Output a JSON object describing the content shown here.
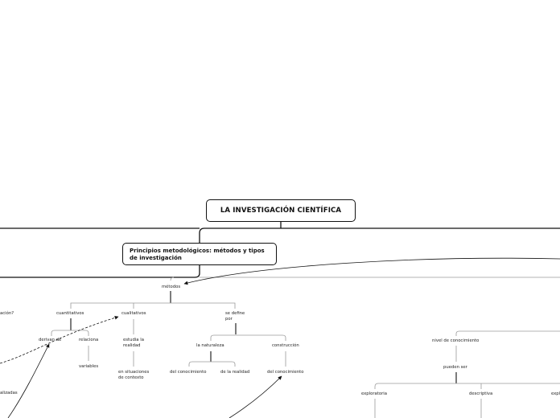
{
  "title": "LA INVESTIGACIÓN CIENTÍFICA",
  "subtitle": "Principios metodológicos: métodos y tipos de investigación",
  "nodes": {
    "metodos": "métodos",
    "pregunta_partial": "ación?",
    "cuantitativos": "cuantitativos",
    "cualitativos": "cualitativos",
    "se_define_por": "se define por",
    "derivan_de": "derivan de",
    "relaciona": "relaciona",
    "variables": "variables",
    "estudia_la_realidad": "estudia la realidad",
    "en_situaciones_de_contexto": "en situaciones de contexto",
    "la_naturaleza": "la naturaleza",
    "construccion": "construcción",
    "del_conocimiento_1": "del conocimiento",
    "de_la_realidad": "de la realidad",
    "del_conocimiento_2": "del conocimiento",
    "realizadas_partial": "alizadas",
    "nivel_de_conocimiento": "nivel de conocimiento",
    "pueden_ser": "pueden ser",
    "exploratoria": "exploratoria",
    "descriptiva": "descriptiva",
    "explicativa_partial": "expli"
  },
  "colors": {
    "stroke": "#111111",
    "connector_gray": "#9a9a9a",
    "background": "#ffffff"
  }
}
